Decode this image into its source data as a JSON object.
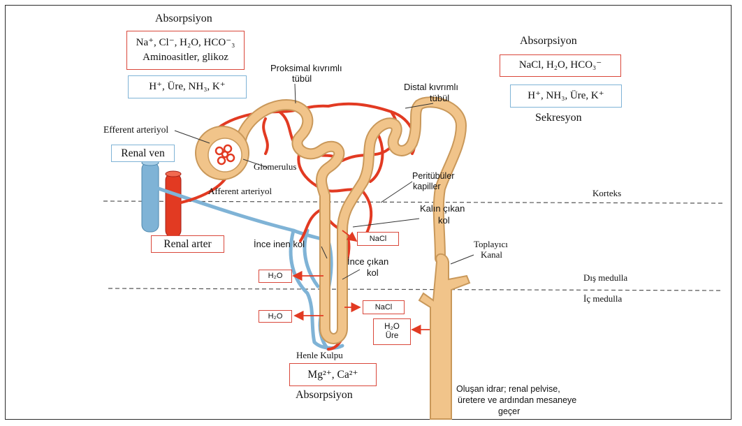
{
  "labels": {
    "top_left_title": "Absorpsiyon",
    "top_left_box1_line1": "Na⁺, Cl⁻, H₂O, HCO⁻₃",
    "top_left_box1_line2": "Aminoasitler, glikoz",
    "top_left_box2": "H⁺, Üre, NH₃, K⁺",
    "top_right_title": "Absorpsiyon",
    "top_right_box1": "NaCl, H₂O, HCO₃⁻",
    "top_right_box2": "H⁺, NH₃, Üre, K⁺",
    "top_right_caption": "Sekresyon",
    "proximal_line1": "Proksimal kıvrımlı",
    "proximal_line2": "tübül",
    "distal_line1": "Distal kıvrımlı",
    "distal_line2": "tübül",
    "efferent": "Efferent arteriyol",
    "renal_vein": "Renal ven",
    "glomerulus": "Glomerulus",
    "afferent": "Afferent arteriyol",
    "peritubular_line1": "Peritübüler",
    "peritubular_line2": "kapiller",
    "cortex": "Korteks",
    "thick_line1": "Kalın çıkan",
    "thick_line2": "kol",
    "renal_artery": "Renal arter",
    "thin_desc": "İnce inen kol",
    "nacl_1": "NaCl",
    "collecting_line1": "Toplayıcı",
    "collecting_line2": "Kanal",
    "thin_asc_line1": "İnce çıkan",
    "thin_asc_line2": "kol",
    "h2o_1": "H₂O",
    "outer_medulla": "Dış medulla",
    "inner_medulla": "İç medulla",
    "h2o_2": "H₂O",
    "nacl_2": "NaCl",
    "h2o_3": "H₂O",
    "urea": "Üre",
    "henle": "Henle Kulpu",
    "bottom_box": "Mg²⁺, Ca²⁺",
    "bottom_title": "Absorpsiyon",
    "urine_line1": "Oluşan idrar; renal pelvise,",
    "urine_line2": "üretere ve ardından mesaneye",
    "urine_line3": "geçer"
  },
  "colors": {
    "artery_red": "#e23a22",
    "vein_blue": "#7fb3d6",
    "tubule_tan": "#f1c48a",
    "tubule_outline": "#c9985a",
    "box_red": "#d9473a",
    "box_blue": "#7fb3d6"
  }
}
